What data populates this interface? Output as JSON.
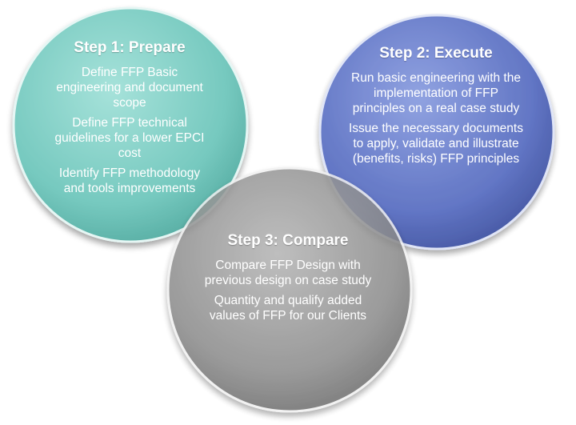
{
  "colors": {
    "step1": "#7fcfc6",
    "step2": "#5d72c4",
    "step3": "#8c8c8c"
  },
  "steps": [
    {
      "title": "Step 1: Prepare",
      "items": [
        "Define FFP Basic engineering and document scope",
        "Define FFP technical guidelines for a lower EPCI cost",
        "Identify FFP methodology and tools improvements"
      ]
    },
    {
      "title": "Step 2: Execute",
      "items": [
        "Run basic engineering with the implementation of FFP principles on a real case study",
        "Issue the necessary documents to apply, validate and illustrate (benefits, risks) FFP principles"
      ]
    },
    {
      "title": "Step 3: Compare",
      "items": [
        "Compare FFP Design with previous design on case study",
        "Quantity and qualify added values of FFP for our Clients"
      ]
    }
  ]
}
